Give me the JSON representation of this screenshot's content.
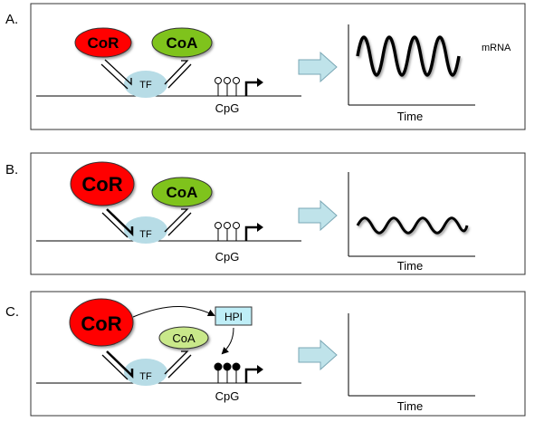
{
  "panels": [
    {
      "label": "A.",
      "corepressor": "CoR",
      "coactivator": "CoA",
      "factor": "TF",
      "site": "CpG",
      "output": "mRNA",
      "axis": "Time",
      "colors": {
        "cor": "#ff0000",
        "coa": "#7fc31c",
        "tf": "#b7dce6",
        "arrow": "#bfe3ea"
      }
    },
    {
      "label": "B.",
      "corepressor": "CoR",
      "coactivator": "CoA",
      "factor": "TF",
      "site": "CpG",
      "axis": "Time",
      "colors": {
        "cor": "#ff0000",
        "coa": "#7fc31c",
        "tf": "#b7dce6",
        "arrow": "#bfe3ea"
      }
    },
    {
      "label": "C.",
      "corepressor": "CoR",
      "coactivator": "CoA",
      "factor": "TF",
      "site": "CpG",
      "enzyme": "HPI",
      "axis": "Time",
      "colors": {
        "cor": "#ff0000",
        "coa": "#c9e88a",
        "tf": "#b7dce6",
        "arrow": "#bfe3ea",
        "enzyme": "#bfeef7"
      }
    }
  ]
}
